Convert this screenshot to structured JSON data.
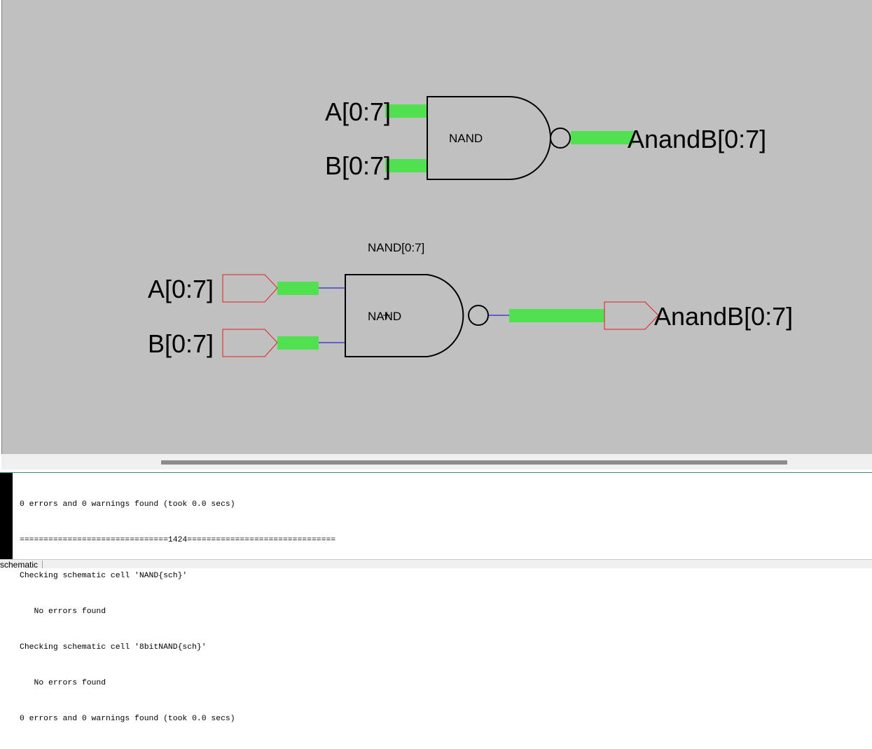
{
  "schematic": {
    "top_gate": {
      "label": "NAND",
      "inputs": [
        "A[0:7]",
        "B[0:7]"
      ],
      "output": "AnandB[0:7]"
    },
    "bottom_gate": {
      "instance_name": "NAND[0:7]",
      "label": "NAND",
      "inputs": [
        "A[0:7]",
        "B[0:7]"
      ],
      "output": "AnandB[0:7]"
    },
    "colors": {
      "background": "#c0c0c0",
      "bus": "#50e050",
      "wire": "#0000cc",
      "port_outline": "#e02020",
      "gate_outline": "#000000"
    }
  },
  "console": {
    "lines": [
      "0 errors and 0 warnings found (took 0.0 secs)",
      "===============================1424===============================",
      "Checking schematic cell 'NAND{sch}'",
      "   No errors found",
      "Checking schematic cell '8bitNAND{sch}'",
      "   No errors found",
      "0 errors and 0 warnings found (took 0.0 secs)"
    ]
  },
  "statusbar": {
    "tab_label": "schematic"
  }
}
